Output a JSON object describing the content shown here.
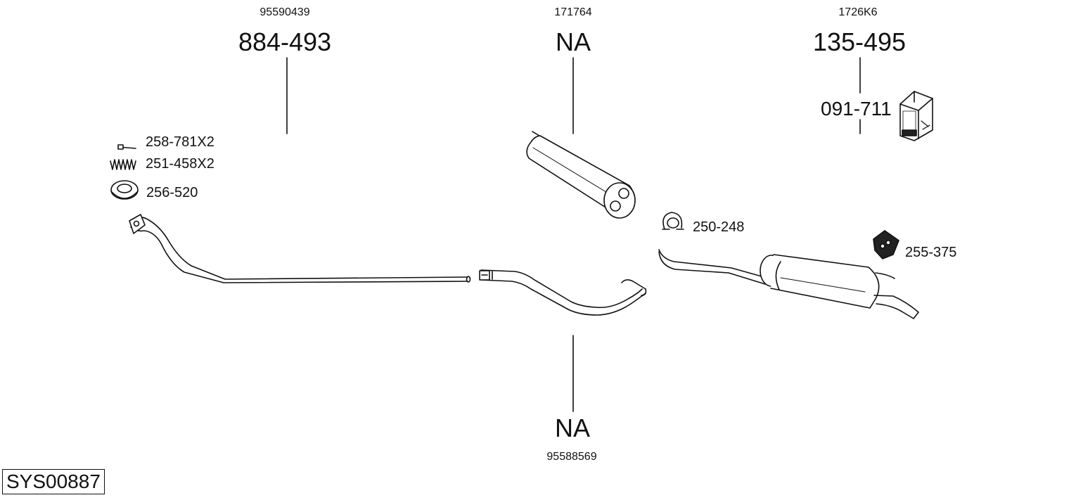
{
  "diagram": {
    "system_code": "SYS00887",
    "parts": [
      {
        "ref": "95590439",
        "part": "884-493"
      },
      {
        "ref": "171764",
        "part": "NA"
      },
      {
        "ref": "1726K6",
        "part": "135-495",
        "kit": "091-711"
      },
      {
        "ref": "95588569",
        "part": "NA"
      }
    ],
    "accessories": [
      {
        "label": "258-781X2",
        "icon": "bolt-icon"
      },
      {
        "label": "251-458X2",
        "icon": "spring-icon"
      },
      {
        "label": "256-520",
        "icon": "gasket-ring-icon"
      },
      {
        "label": "250-248",
        "icon": "clamp-icon"
      },
      {
        "label": "255-375",
        "icon": "rubber-mount-icon"
      }
    ],
    "colors": {
      "line": "#111111",
      "background": "#ffffff"
    }
  }
}
